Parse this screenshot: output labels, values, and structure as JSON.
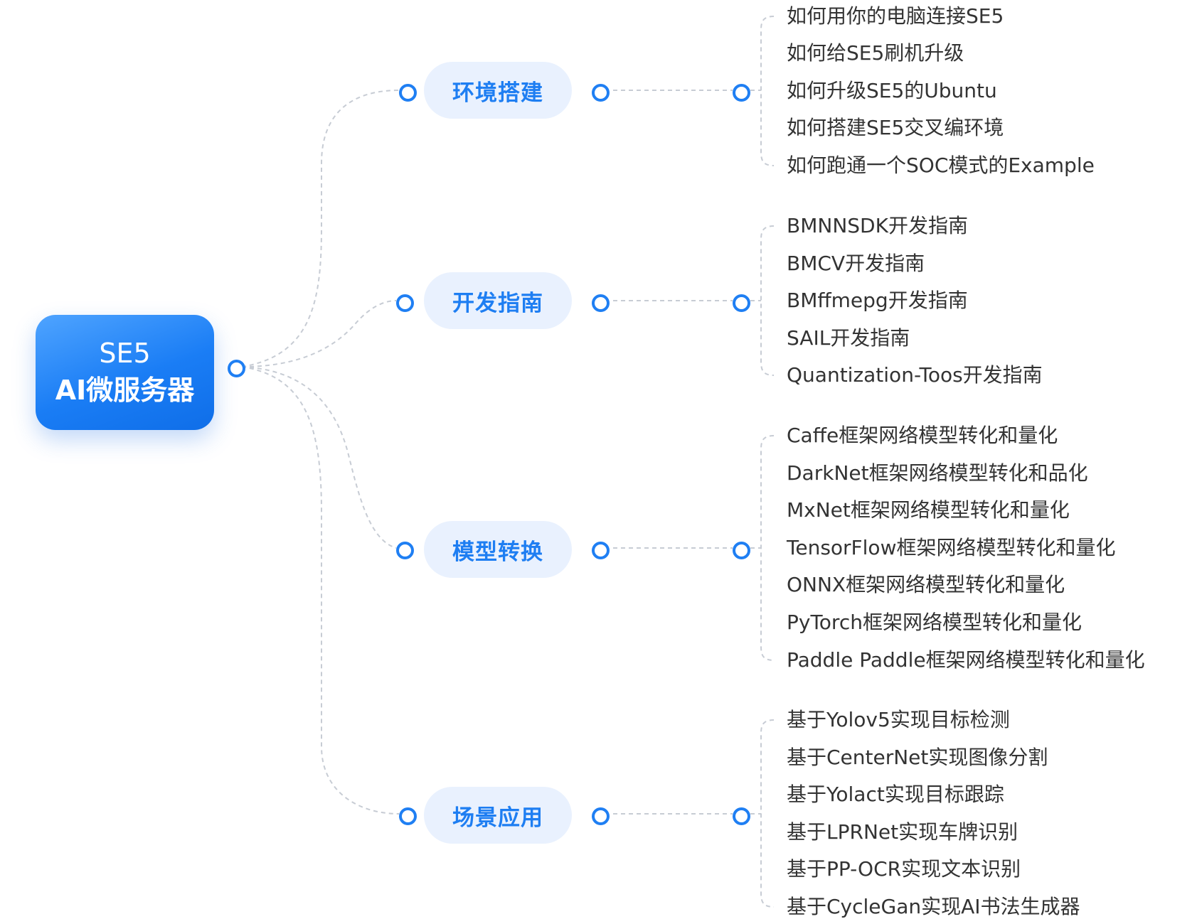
{
  "root": {
    "line1": "SE5",
    "line2": "AI微服务器"
  },
  "branches": [
    {
      "label": "环境搭建",
      "items": [
        "如何用你的电脑连接SE5",
        "如何给SE5刷机升级",
        "如何升级SE5的Ubuntu",
        "如何搭建SE5交叉编环境",
        "如何跑通一个SOC模式的Example"
      ]
    },
    {
      "label": "开发指南",
      "items": [
        "BMNNSDK开发指南",
        "BMCV开发指南",
        "BMffmepg开发指南",
        "SAIL开发指南",
        "Quantization-Toos开发指南"
      ]
    },
    {
      "label": "模型转换",
      "items": [
        "Caffe框架网络模型转化和量化",
        "DarkNet框架网络模型转化和品化",
        "MxNet框架网络模型转化和量化",
        "TensorFlow框架网络模型转化和量化",
        "ONNX框架网络模型转化和量化",
        "PyTorch框架网络模型转化和量化",
        "Paddle Paddle框架网络模型转化和量化"
      ]
    },
    {
      "label": "场景应用",
      "items": [
        "基于Yolov5实现目标检测",
        "基于CenterNet实现图像分割",
        "基于Yolact实现目标跟踪",
        "基于LPRNet实现车牌识别",
        "基于PP-OCR实现文本识别",
        "基于CycleGan实现AI书法生成器"
      ]
    }
  ],
  "colors": {
    "accent": "#1f7ff3",
    "branch_bg": "#e9f1fe",
    "connector": "#c7ccd4",
    "leaf_text": "#333333"
  }
}
